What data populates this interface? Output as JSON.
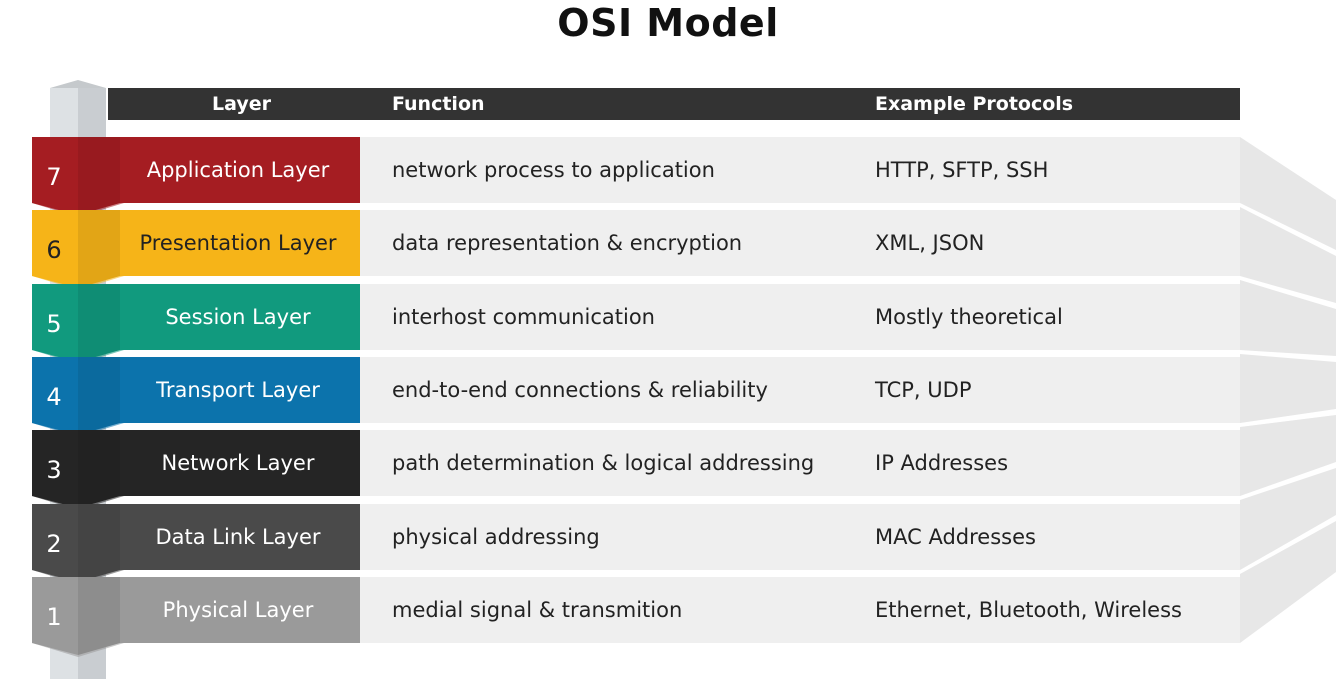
{
  "title": "OSI Model",
  "header": {
    "layer": "Layer",
    "function": "Function",
    "protocols": "Example Protocols"
  },
  "colors": {
    "header_bg": "#333333",
    "row_bg": "#efefef",
    "pillar": "#dfe3e6"
  },
  "layers": [
    {
      "number": "7",
      "name": "Application Layer",
      "function": "network process to application",
      "protocols": "HTTP, SFTP, SSH",
      "color": "#a51d22",
      "num_color": "#ffffff"
    },
    {
      "number": "6",
      "name": "Presentation Layer",
      "function": "data representation & encryption",
      "protocols": "XML, JSON",
      "color": "#f6b418",
      "num_color": "#222222"
    },
    {
      "number": "5",
      "name": "Session Layer",
      "function": "interhost communication",
      "protocols": "Mostly theoretical",
      "color": "#119a7e",
      "num_color": "#ffffff"
    },
    {
      "number": "4",
      "name": "Transport Layer",
      "function": "end-to-end connections & reliability",
      "protocols": "TCP, UDP",
      "color": "#0c73ac",
      "num_color": "#ffffff"
    },
    {
      "number": "3",
      "name": "Network Layer",
      "function": "path determination & logical addressing",
      "protocols": "IP Addresses",
      "color": "#252525",
      "num_color": "#ffffff"
    },
    {
      "number": "2",
      "name": "Data Link Layer",
      "function": "physical addressing",
      "protocols": "MAC Addresses",
      "color": "#4a4a4a",
      "num_color": "#ffffff"
    },
    {
      "number": "1",
      "name": "Physical Layer",
      "function": "medial signal & transmition",
      "protocols": "Ethernet, Bluetooth, Wireless",
      "color": "#9a9a9a",
      "num_color": "#ffffff"
    }
  ]
}
